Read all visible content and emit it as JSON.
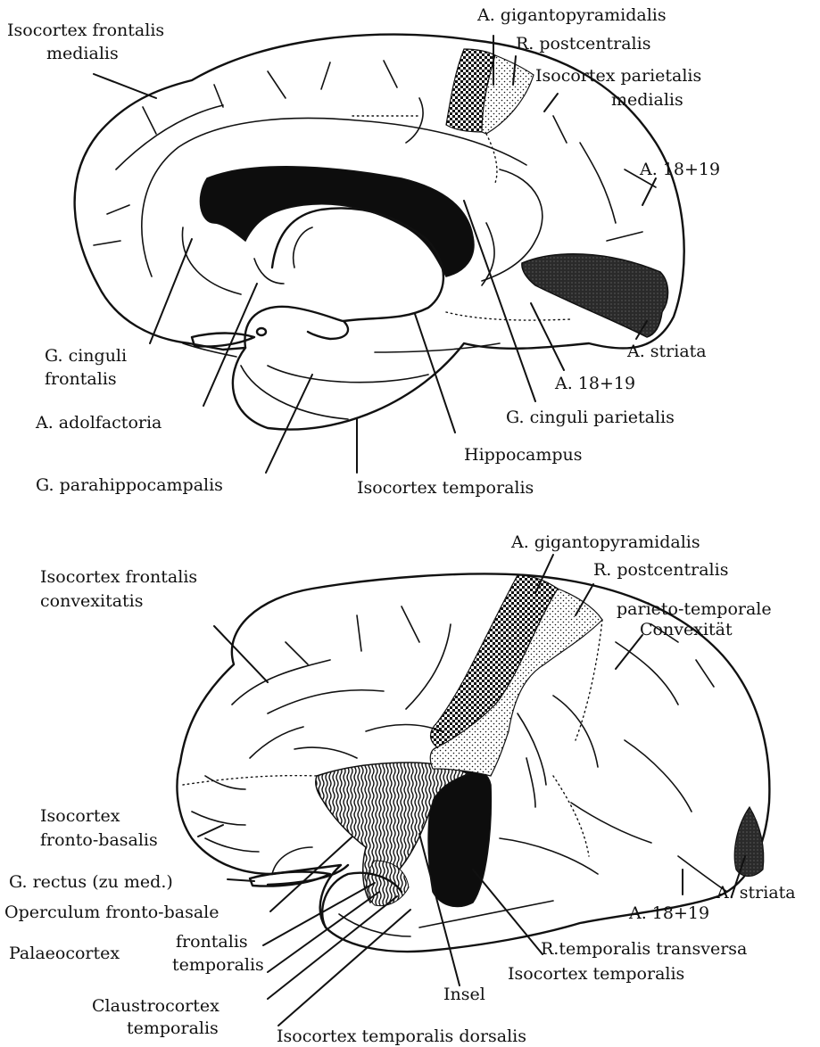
{
  "top": {
    "labels": {
      "iso_front_med": [
        "Isocortex frontalis",
        "medialis"
      ],
      "gigantopyramidalis": "A. gigantopyramidalis",
      "postcentralis": "R. postcentralis",
      "iso_pariet_med": [
        "Isocortex parietalis",
        "medialis"
      ],
      "a1819_upper": "A. 18+19",
      "striata": "A. striata",
      "a1819_lower": "A. 18+19",
      "cing_front": [
        "G. cinguli",
        "frontalis"
      ],
      "cing_pariet": "G. cinguli parietalis",
      "adolfactoria": "A. adolfactoria",
      "hippocampus": "Hippocampus",
      "parahippo": "G. parahippocampalis",
      "iso_temp": "Isocortex temporalis"
    }
  },
  "bottom": {
    "labels": {
      "gigantopyramidalis": "A. gigantopyramidalis",
      "postcentralis": "R. postcentralis",
      "iso_front_conv": [
        "Isocortex frontalis",
        "convexitatis"
      ],
      "pt_conv": [
        "parieto-temporale",
        "Convexität"
      ],
      "iso_fb": [
        "Isocortex",
        "fronto-basalis"
      ],
      "rectus": "G. rectus (zu med.)",
      "operculum": "Operculum fronto-basale",
      "palaeo": "Palaeocortex",
      "fr_temp": [
        "frontalis",
        "temporalis"
      ],
      "claustro": [
        "Claustrocortex",
        "temporalis"
      ],
      "iso_temp_dors": "Isocortex temporalis dorsalis",
      "insel": "Insel",
      "r_temp_trans": "R.temporalis transversa",
      "iso_temp": "Isocortex temporalis",
      "striata": "A. striata",
      "a1819": "A. 18+19"
    }
  },
  "colors": {
    "ink": "#111111",
    "paper": "#ffffff",
    "fill_black": "#0d0d0d"
  }
}
